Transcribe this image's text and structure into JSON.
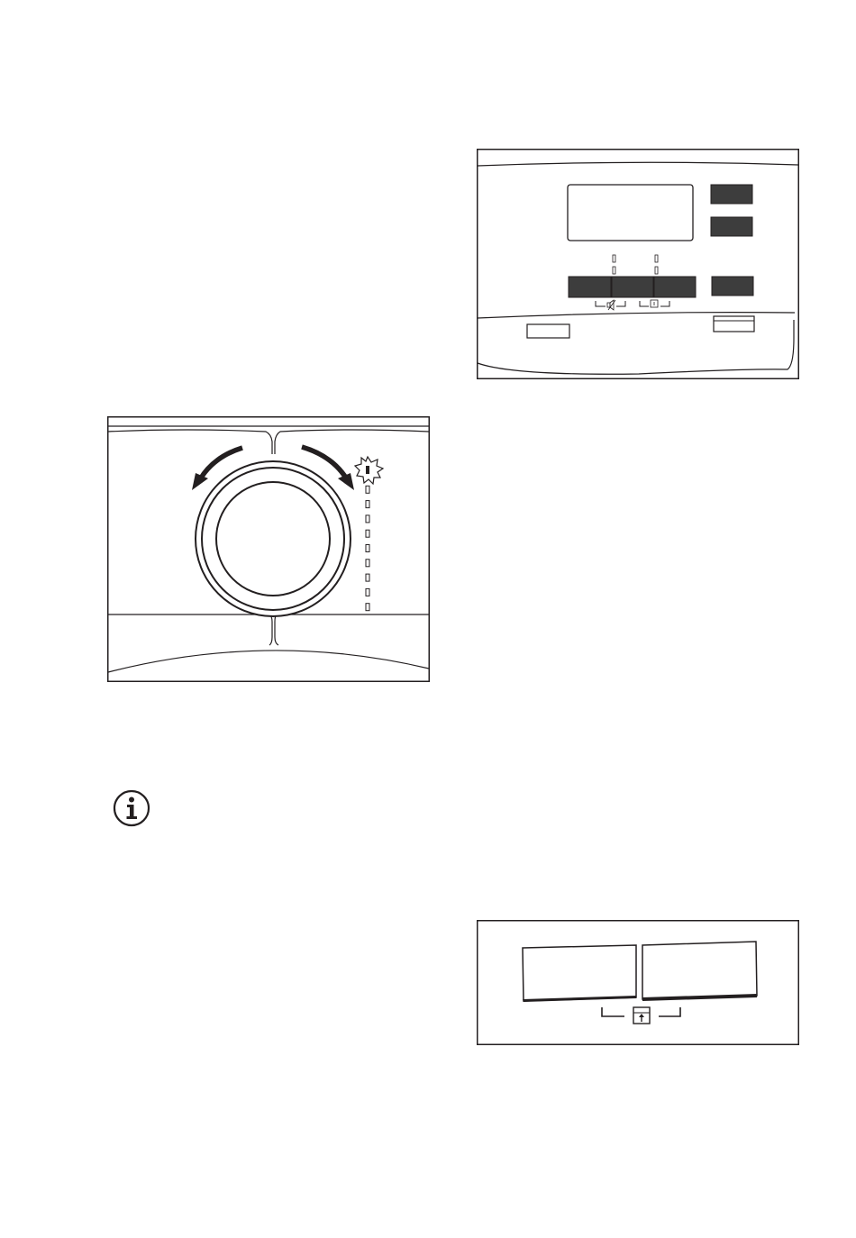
{
  "figures": {
    "program_knob": {
      "rotation_arrows": [
        "counterclockwise-arrow",
        "clockwise-arrow"
      ],
      "program_led_count": 10,
      "lit_led_index": 0
    },
    "control_panel": {
      "option_buttons": 3,
      "right_buttons": 3,
      "sound_symbol": "speaker-icon",
      "child_lock_symbol": "lock-icon"
    },
    "child_lock_detail": {
      "buttons": 2,
      "lock_symbol": "lock-icon"
    }
  },
  "note": {
    "icon": "info-icon"
  },
  "colors": {
    "line": "#231f20",
    "button_fill": "#3d3d3d",
    "background": "#ffffff"
  }
}
